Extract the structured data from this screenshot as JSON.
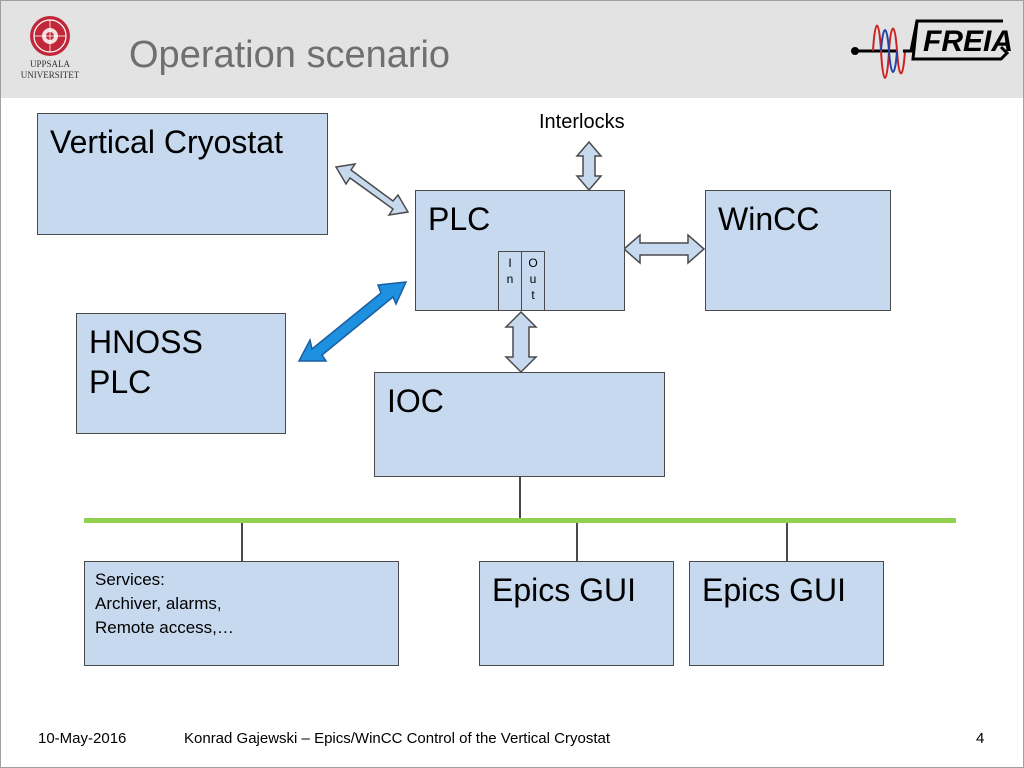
{
  "slide": {
    "title": "Operation scenario",
    "logo_left": {
      "line1": "UPPSALA",
      "line2": "UNIVERSITET"
    },
    "logo_right": {
      "text": "FREIA"
    }
  },
  "diagram": {
    "interlocks": "Interlocks",
    "vertical_cryostat": "Vertical Cryostat",
    "plc": "PLC",
    "plc_in": "I\nn",
    "plc_out": "O\nu\nt",
    "wincc": "WinCC",
    "hnoss_plc": "HNOSS\nPLC",
    "ioc": "IOC",
    "services": "Services:\nArchiver, alarms,\nRemote access,…",
    "epics_gui_1": "Epics GUI",
    "epics_gui_2": "Epics GUI"
  },
  "colors": {
    "box_fill": "#c6d9ee",
    "bus": "#92d050",
    "hnoss_arrow": "#1e90e0",
    "arrow_fill": "#c6d9ee"
  },
  "footer": {
    "date": "10-May-2016",
    "author_title": "Konrad Gajewski – Epics/WinCC Control of the Vertical Cryostat",
    "page": "4"
  }
}
